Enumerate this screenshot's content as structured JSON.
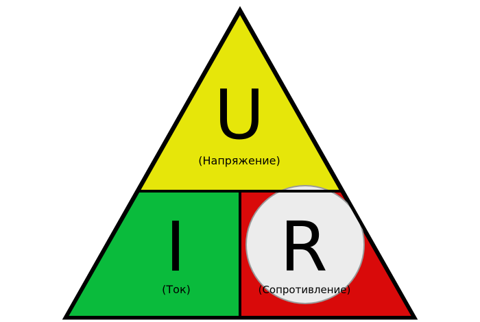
{
  "colors": {
    "voltage_section": "#e6e60a",
    "current_section": "#0abb3c",
    "resistance_section": "#d90a0a",
    "highlight_circle": "#ececec",
    "outline": "#000000"
  },
  "sections": {
    "voltage": {
      "symbol": "U",
      "caption": "(Напряжение)"
    },
    "current": {
      "symbol": "I",
      "caption": "(Ток)"
    },
    "resistance": {
      "symbol": "R",
      "caption": "(Сопротивление)",
      "highlighted": true
    }
  }
}
